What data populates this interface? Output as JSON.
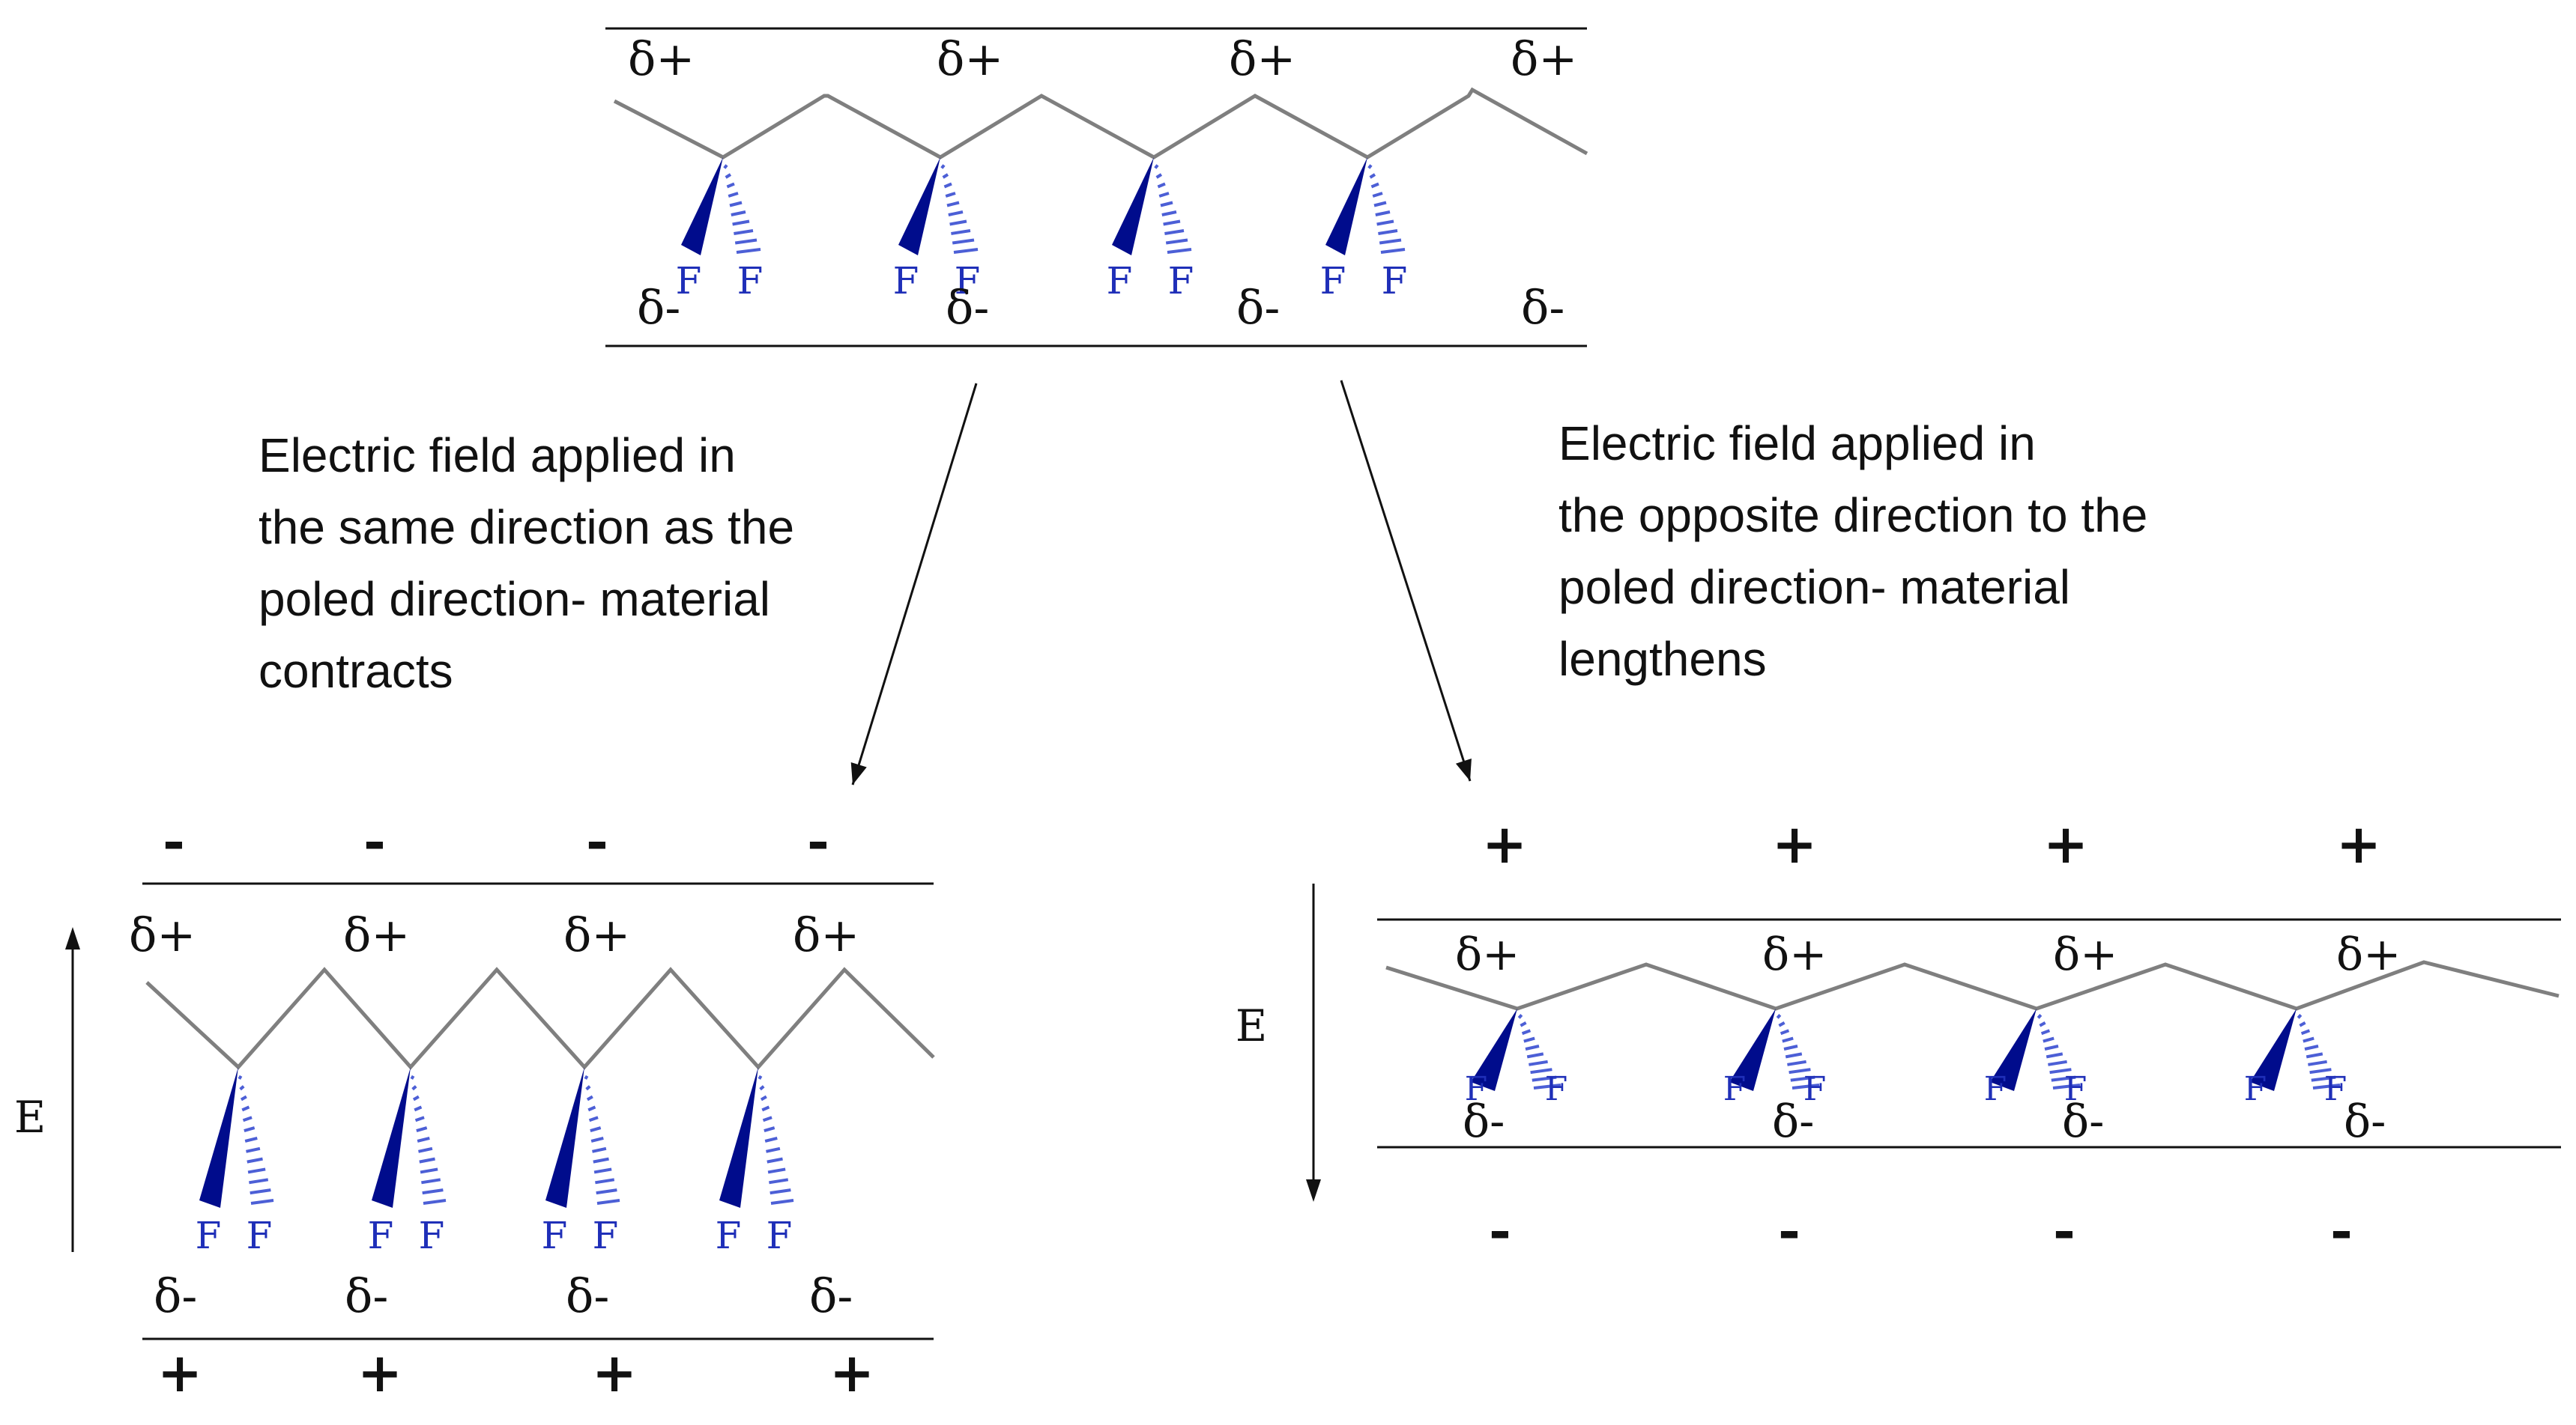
{
  "panels": {
    "top": {
      "delta_plus": "δ+",
      "delta_minus": "δ-",
      "fluorine": "F"
    },
    "bottom_left": {
      "delta_plus": "δ+",
      "delta_minus": "δ-",
      "fluorine": "F",
      "top_charge": "-",
      "bottom_charge": "+",
      "field_label": "E",
      "field_direction": "up"
    },
    "bottom_right": {
      "delta_plus": "δ+",
      "delta_minus": "δ-",
      "fluorine": "F",
      "top_charge": "+",
      "bottom_charge": "-",
      "field_label": "E",
      "field_direction": "down"
    }
  },
  "captions": {
    "left": [
      "Electric field applied in",
      "the same direction as the",
      "poled direction- material",
      "contracts"
    ],
    "right": [
      "Electric field applied in",
      "the opposite direction to the",
      "poled direction- material",
      "lengthens"
    ]
  },
  "colors": {
    "chain": "#7f7f7f",
    "fluorine": "#1f2fb8",
    "wedge": "#000c8c",
    "hash": "#4c5fd6",
    "text": "#111111",
    "line": "#111111"
  }
}
